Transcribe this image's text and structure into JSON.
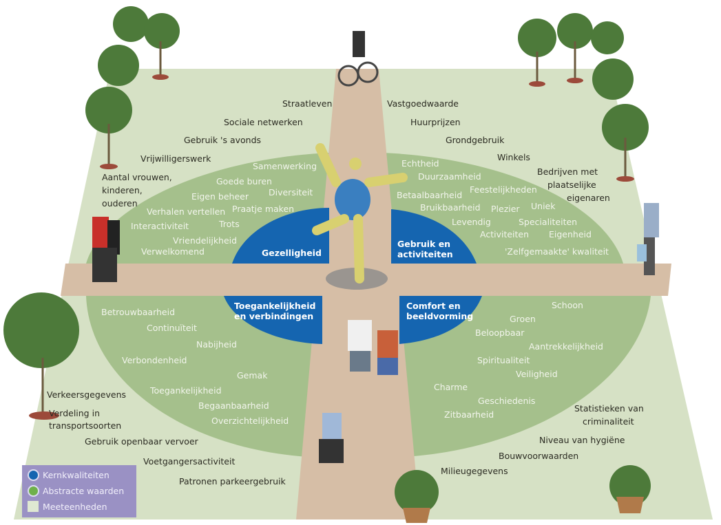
{
  "core_qualities": [
    "Gezelligheid",
    "Gebruik en activiteiten",
    "Toegankelijkheid en verbindingen",
    "Comfort en beeldvorming"
  ],
  "quadrants": {
    "top_left": {
      "abstract": [
        "Samenwerking",
        "Goede buren",
        "Diversiteit",
        "Eigen beheer",
        "Verhalen vertellen",
        "Praatje maken",
        "Interactiviteit",
        "Trots",
        "Vriendelijkheid",
        "Verwelkomend"
      ],
      "measures": [
        "Straatleven",
        "Sociale netwerken",
        "Gebruik 's avonds",
        "Vrijwilligerswerk",
        "Aantal vrouwen,",
        "kinderen,",
        "ouderen"
      ]
    },
    "top_right": {
      "abstract": [
        "Echtheid",
        "Duurzaamheid",
        "Betaalbaarheid",
        "Feestelijkheden",
        "Bruikbaarheid",
        "Plezier",
        "Uniek",
        "Levendig",
        "Specialiteiten",
        "Activiteiten",
        "Eigenheid",
        "'Zelfgemaakte' kwaliteit"
      ],
      "measures": [
        "Vastgoedwaarde",
        "Huurprijzen",
        "Grondgebruik",
        "Winkels",
        "Bedrijven met",
        "plaatselijke",
        "eigenaren"
      ]
    },
    "bottom_left": {
      "abstract": [
        "Betrouwbaarheid",
        "Continuïteit",
        "Nabijheid",
        "Verbondenheid",
        "Gemak",
        "Toegankelijkheid",
        "Begaanbaarheid",
        "Overzichtelijkheid"
      ],
      "measures": [
        "Verkeersgegevens",
        "Verdeling in",
        "transportsoorten",
        "Gebruik openbaar vervoer",
        "Voetgangersactiviteit",
        "Patronen parkeergebruik"
      ]
    },
    "bottom_right": {
      "abstract": [
        "Schoon",
        "Groen",
        "Beloopbaar",
        "Aantrekkelijkheid",
        "Spiritualiteit",
        "Veiligheid",
        "Charme",
        "Geschiedenis",
        "Zitbaarheid"
      ],
      "measures": [
        "Statistieken van",
        "criminaliteit",
        "Niveau van hygiëne",
        "Bouwvoorwaarden",
        "Milieugegevens"
      ]
    }
  },
  "legend": [
    "Kernkwaliteiten",
    "Abstracte waarden",
    "Meeteenheden"
  ],
  "colors": {
    "core": "#1565b0",
    "abstract": "#a5c08c",
    "measure": "#d6e1c5",
    "path": "#d6bea6",
    "legend": "#9a91c4"
  }
}
